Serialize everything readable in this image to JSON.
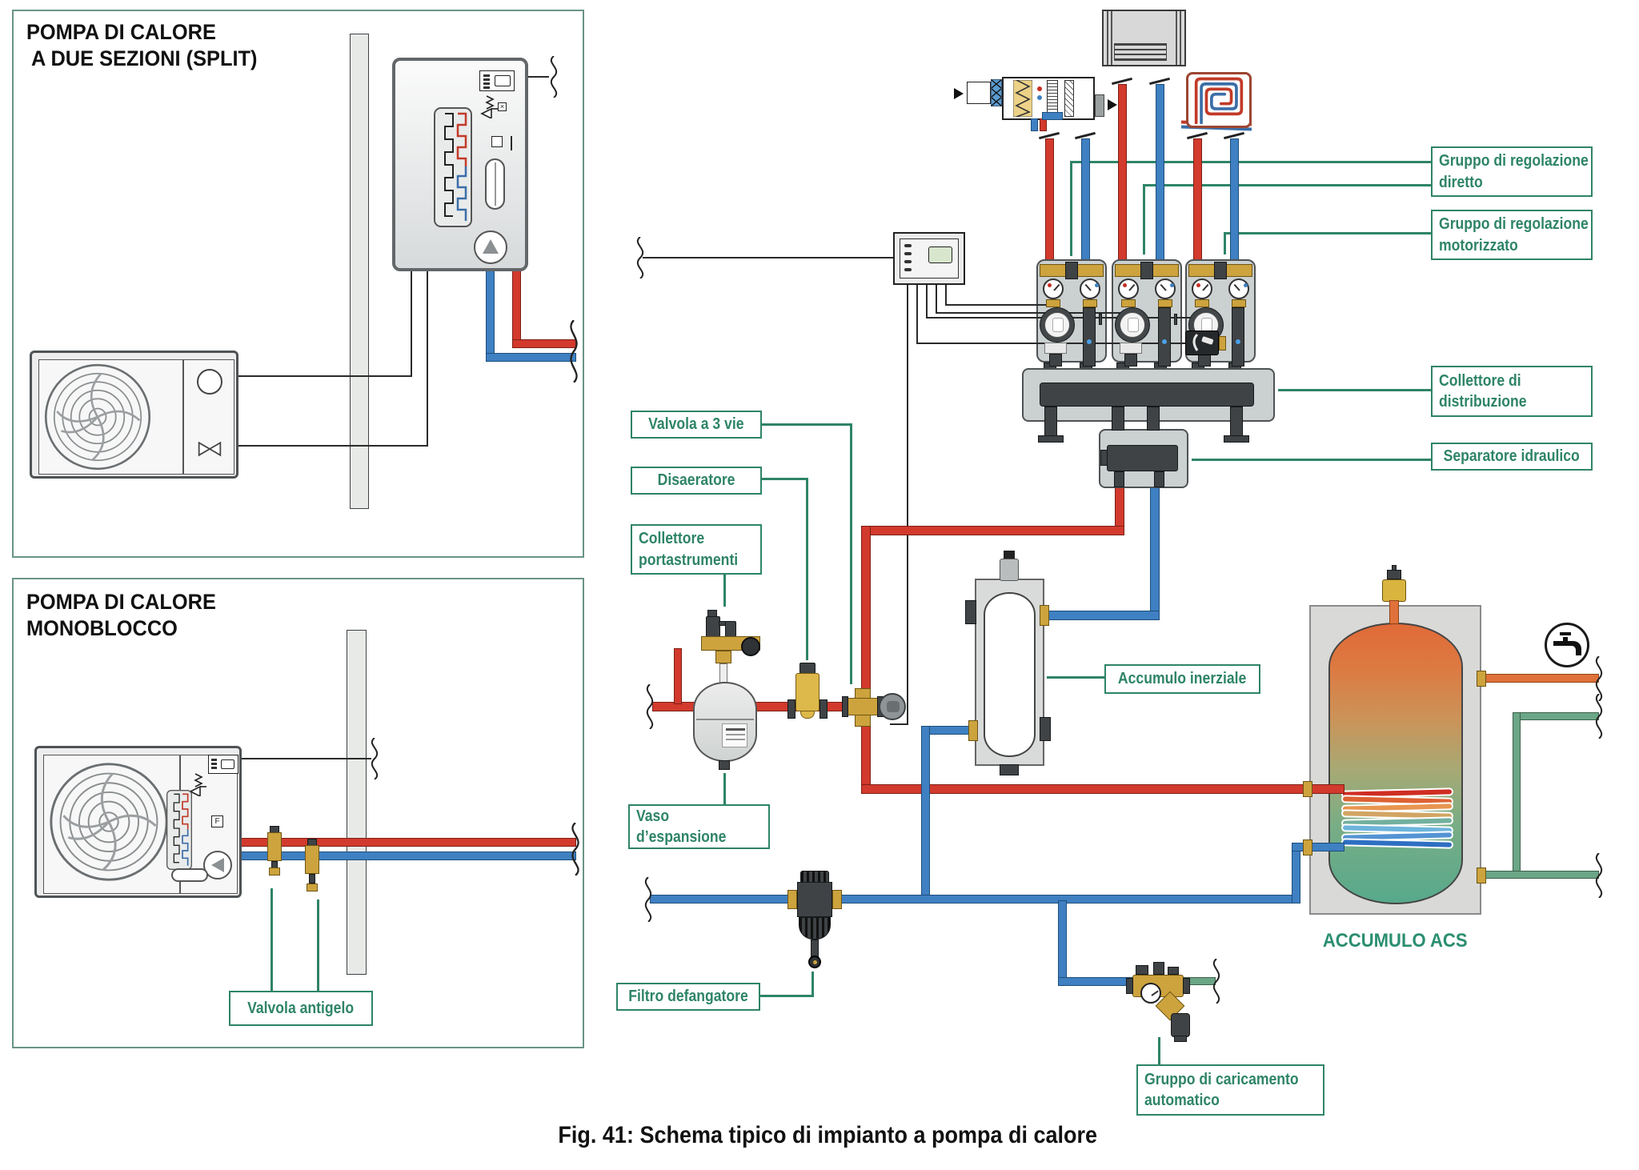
{
  "caption": "Fig. 41: Schema tipico di impianto a pompa di calore",
  "panels": {
    "split": [
      "POMPA DI CALORE",
      "A DUE SEZIONI (SPLIT)"
    ],
    "monoblocco": [
      "POMPA DI CALORE",
      "MONOBLOCCO"
    ]
  },
  "labels": {
    "valvola_3vie": "Valvola a 3 vie",
    "disaeratore": "Disaeratore",
    "collettore_portastrumenti": [
      "Collettore",
      "portastrumenti"
    ],
    "vaso_espansione": [
      "Vaso",
      "d’espansione"
    ],
    "filtro_defangatore": "Filtro defangatore",
    "valvola_antigelo": "Valvola antigelo",
    "gruppo_diretto": [
      "Gruppo di regolazione",
      "diretto"
    ],
    "gruppo_motorizzato": [
      "Gruppo di regolazione",
      "motorizzato"
    ],
    "collettore_distribuzione": [
      "Collettore di",
      "distribuzione"
    ],
    "separatore_idraulico": "Separatore idraulico",
    "accumulo_inerziale": "Accumulo inerziale",
    "gruppo_caricamento": [
      "Gruppo di caricamento",
      "automatico"
    ],
    "accumulo_acs": "ACCUMULO ACS"
  },
  "colors": {
    "label_green": "#2e8467",
    "pipe_supply_red": "#d23a2d",
    "pipe_return_blue": "#3f80c2",
    "pipe_dhw_orange": "#e0713a",
    "pipe_water_green": "#6ba687",
    "brass": "#cda33e",
    "component_dark": "#3f4345",
    "panel_grey": "#cbd0d0",
    "tank_gradient_top": "#e06a38",
    "tank_gradient_bottom": "#57a98c",
    "coil_colors": [
      "#cf2d22",
      "#dd6233",
      "#e89550",
      "#d2a564",
      "#72b09e",
      "#6db4dc",
      "#5494d4",
      "#2e6fc2"
    ]
  }
}
